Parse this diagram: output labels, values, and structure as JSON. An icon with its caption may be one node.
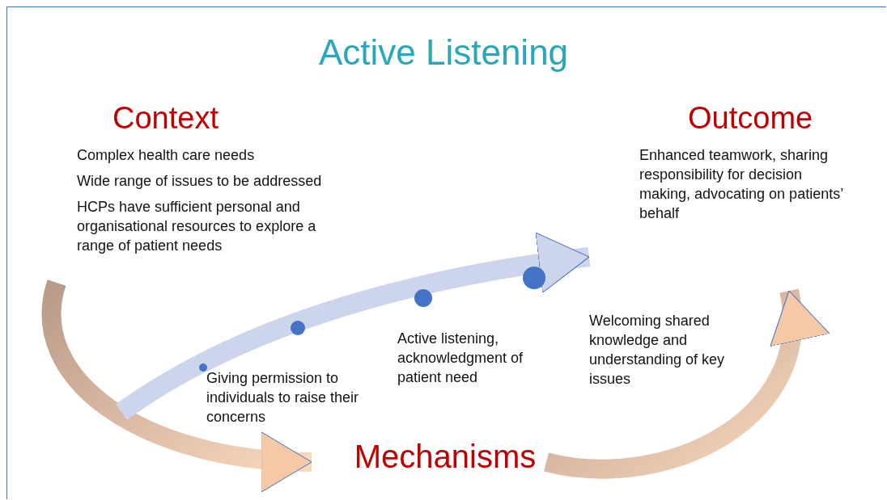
{
  "diagram": {
    "title": "Active Listening",
    "nodes": [
      {
        "text": [
          "Context",
          "Complex health care needs",
          "Wide range of issues to be addressed",
          "HCPs have sufficient personal and organisational resources to explore a range of patient needs"
        ]
      },
      {
        "text": [
          "Mechanisms"
        ]
      },
      {
        "text": [
          "Outcome",
          "Enhanced teamwork, sharing responsibility for decision making, advocating on patients’ behalf"
        ]
      }
    ],
    "edges": [
      {
        "from": 0,
        "to": 1,
        "arrow": "to"
      },
      {
        "from": 1,
        "to": 2,
        "arrow": "to"
      },
      {
        "from": null,
        "to": 2,
        "arrow": "to",
        "color": "#cdd5ec"
      }
    ],
    "labels": [
      "Giving permission to individuals to raise their concerns",
      "Active listening, acknowledgment of patient need",
      "Welcoming shared knowledge and understanding of key issues"
    ]
  }
}
